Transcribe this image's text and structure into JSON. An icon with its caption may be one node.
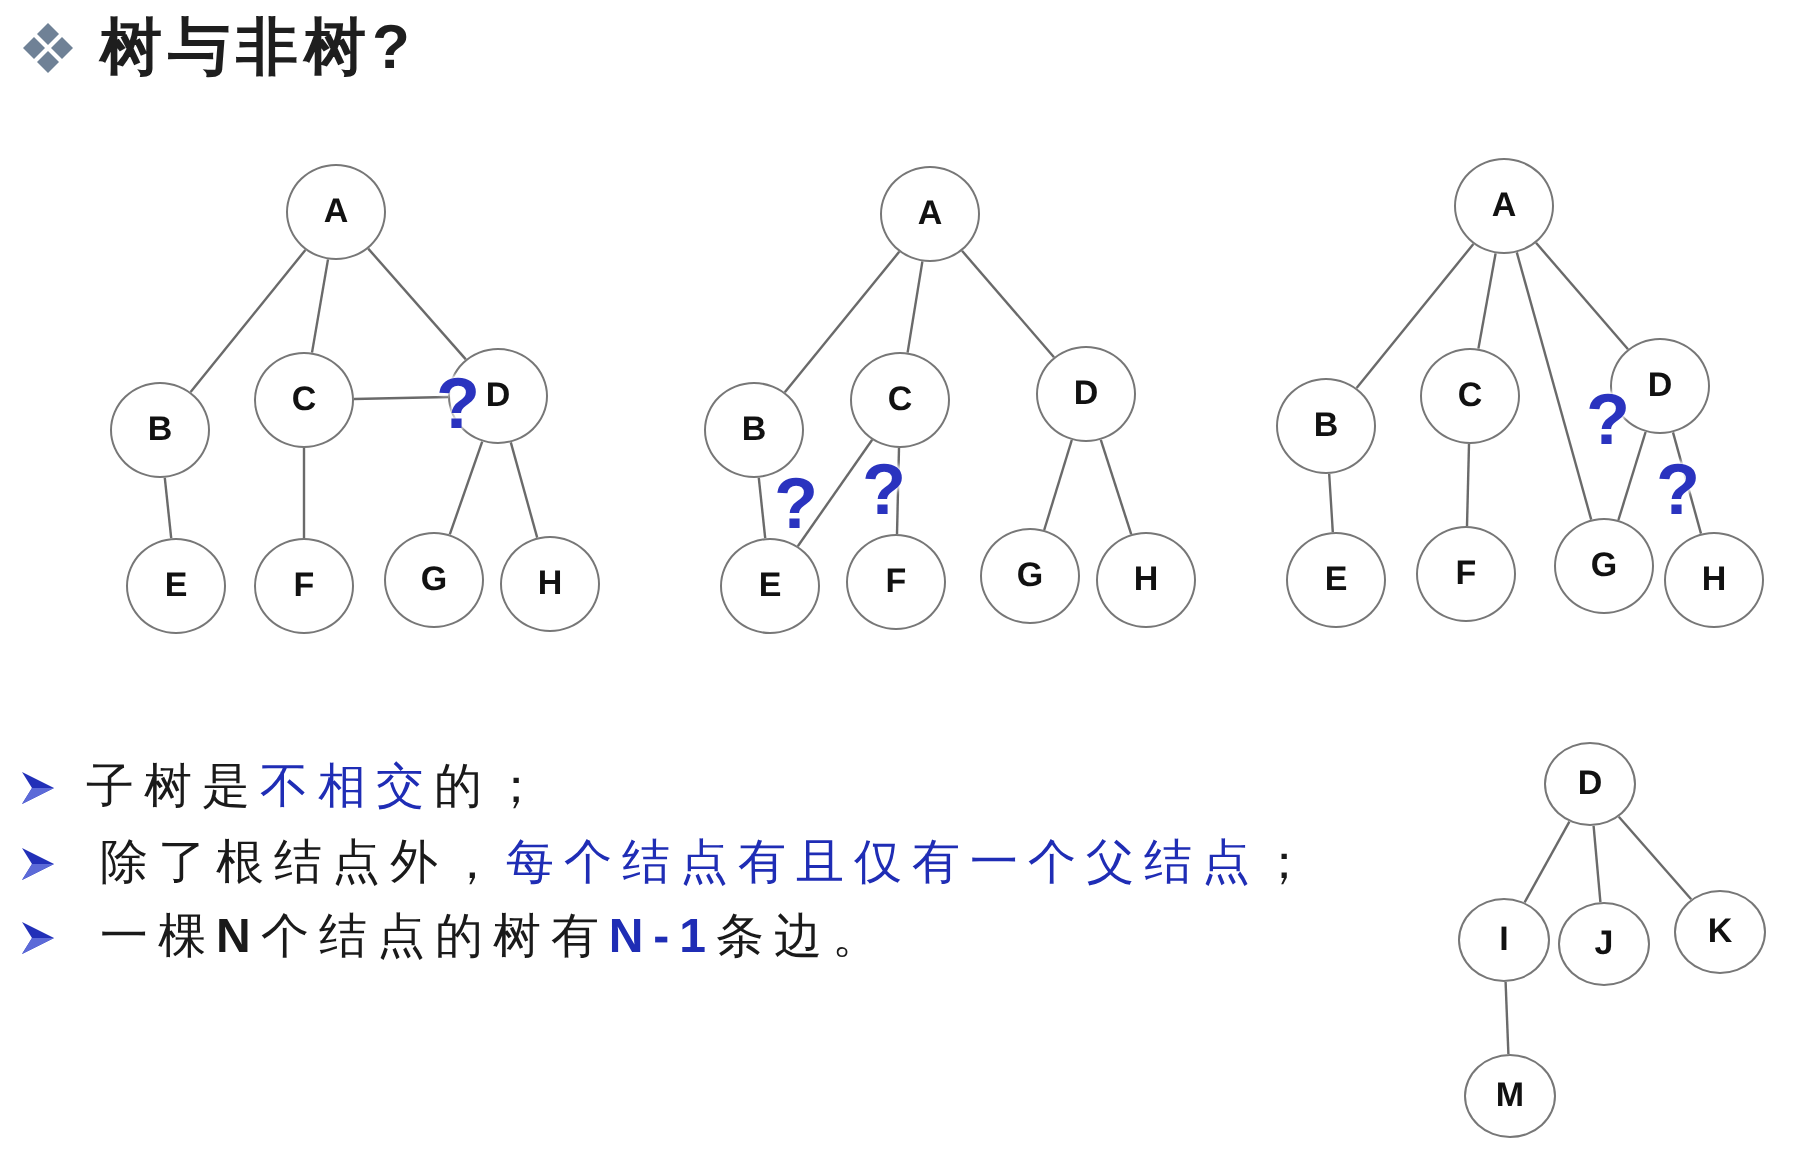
{
  "diagram": {
    "title": "树与非树?",
    "nodes": [
      {
        "text": [
          "A"
        ]
      },
      {
        "text": [
          "B"
        ]
      },
      {
        "text": [
          "C"
        ]
      },
      {
        "text": [
          "D"
        ]
      },
      {
        "text": [
          "E"
        ]
      },
      {
        "text": [
          "F"
        ]
      },
      {
        "text": [
          "G"
        ]
      },
      {
        "text": [
          "H"
        ]
      },
      {
        "text": [
          "A"
        ]
      },
      {
        "text": [
          "B"
        ]
      },
      {
        "text": [
          "C"
        ]
      },
      {
        "text": [
          "D"
        ]
      },
      {
        "text": [
          "E"
        ]
      },
      {
        "text": [
          "F"
        ]
      },
      {
        "text": [
          "G"
        ]
      },
      {
        "text": [
          "H"
        ]
      },
      {
        "text": [
          "A"
        ]
      },
      {
        "text": [
          "B"
        ]
      },
      {
        "text": [
          "C"
        ]
      },
      {
        "text": [
          "D"
        ]
      },
      {
        "text": [
          "E"
        ]
      },
      {
        "text": [
          "F"
        ]
      },
      {
        "text": [
          "G"
        ]
      },
      {
        "text": [
          "H"
        ]
      },
      {
        "text": [
          "D"
        ]
      },
      {
        "text": [
          "I"
        ]
      },
      {
        "text": [
          "J"
        ]
      },
      {
        "text": [
          "K"
        ]
      },
      {
        "text": [
          "M"
        ]
      }
    ],
    "edges": [
      {
        "from": 0,
        "to": 1,
        "arrow": "none"
      },
      {
        "from": 0,
        "to": 2,
        "arrow": "none"
      },
      {
        "from": 0,
        "to": 3,
        "arrow": "none"
      },
      {
        "from": 1,
        "to": 4,
        "arrow": "none"
      },
      {
        "from": 2,
        "to": 3,
        "arrow": "none"
      },
      {
        "from": 2,
        "to": 5,
        "arrow": "none"
      },
      {
        "from": 3,
        "to": 6,
        "arrow": "none"
      },
      {
        "from": 3,
        "to": 7,
        "arrow": "none"
      },
      {
        "from": 8,
        "to": 9,
        "arrow": "none"
      },
      {
        "from": 8,
        "to": 10,
        "arrow": "none"
      },
      {
        "from": 8,
        "to": 11,
        "arrow": "none"
      },
      {
        "from": 9,
        "to": 12,
        "arrow": "none"
      },
      {
        "from": 10,
        "to": 12,
        "arrow": "none"
      },
      {
        "from": 10,
        "to": 13,
        "arrow": "none"
      },
      {
        "from": 11,
        "to": 14,
        "arrow": "none"
      },
      {
        "from": 11,
        "to": 15,
        "arrow": "none"
      },
      {
        "from": 16,
        "to": 17,
        "arrow": "none"
      },
      {
        "from": 16,
        "to": 18,
        "arrow": "none"
      },
      {
        "from": 16,
        "to": 22,
        "arrow": "none"
      },
      {
        "from": 16,
        "to": 19,
        "arrow": "none"
      },
      {
        "from": 17,
        "to": 20,
        "arrow": "none"
      },
      {
        "from": 18,
        "to": 21,
        "arrow": "none"
      },
      {
        "from": 19,
        "to": 22,
        "arrow": "none"
      },
      {
        "from": 19,
        "to": 23,
        "arrow": "none"
      },
      {
        "from": 24,
        "to": 25,
        "arrow": "none"
      },
      {
        "from": 24,
        "to": 26,
        "arrow": "none"
      },
      {
        "from": 24,
        "to": 27,
        "arrow": "none"
      },
      {
        "from": 25,
        "to": 28,
        "arrow": "none"
      }
    ],
    "labels": [
      "?",
      "?",
      "?",
      "?",
      "?",
      "子树是不相交的；",
      "除了根结点外，每个结点有且仅有一个父结点；",
      "一棵**N**个结点的树有**N-1**条边。"
    ]
  }
}
